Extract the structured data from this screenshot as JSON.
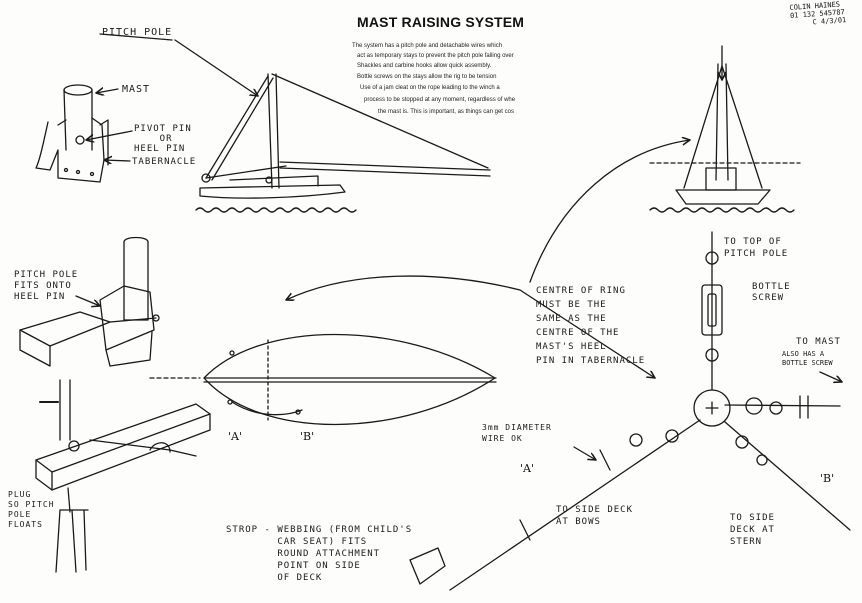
{
  "title": "MAST RAISING SYSTEM",
  "description": [
    "The system has a pitch pole and detachable wires which",
    "act as temporary stays to prevent the pitch pole falling over",
    "Shackles and carbine hooks allow quick assembly.",
    "Bottle screws on the stays allow the rig to be tension",
    "Use of a jam cleat on the rope leading to the winch a",
    "process to be stopped at any moment, regardless of whe",
    "the mast is.  This is important, as things can get cos"
  ],
  "signature": {
    "name": "COLIN HAINES",
    "phone": "01 132 545787",
    "date": "4/3/01",
    "mark": "C"
  },
  "labels": {
    "pitch_pole_top": "PITCH POLE",
    "mast": "MAST",
    "pivot_pin": "PIVOT PIN\n    OR\nHEEL PIN",
    "tabernacle": "TABERNACLE",
    "pitch_pole_fits": "PITCH POLE\nFITS ONTO\nHEEL PIN",
    "plug": "PLUG\nSO PITCH\nPOLE\nFLOATS",
    "a_hull": "'A'",
    "b_hull": "'B'",
    "centre_of_ring": "CENTRE OF RING\nMUST BE THE\nSAME AS THE\nCENTRE OF THE\nMAST'S HEEL\nPIN IN TABERNACLE",
    "to_top_pitch_pole": "TO TOP OF\nPITCH POLE",
    "bottle_screw": "BOTTLE\nSCREW",
    "to_mast": "TO MAST",
    "also_bottle_screw": "ALSO HAS A\nBOTTLE SCREW",
    "wire": "3mm DIAMETER\nWIRE OK",
    "a_wire": "'A'",
    "b_wire": "'B'",
    "to_side_bows": "TO SIDE DECK\nAT BOWS",
    "to_side_stern": "TO SIDE\nDECK AT\nSTERN",
    "strop": "STROP - WEBBING (FROM CHILD'S\n        CAR SEAT) FITS\n        ROUND ATTACHMENT\n        POINT ON SIDE\n        OF DECK"
  }
}
